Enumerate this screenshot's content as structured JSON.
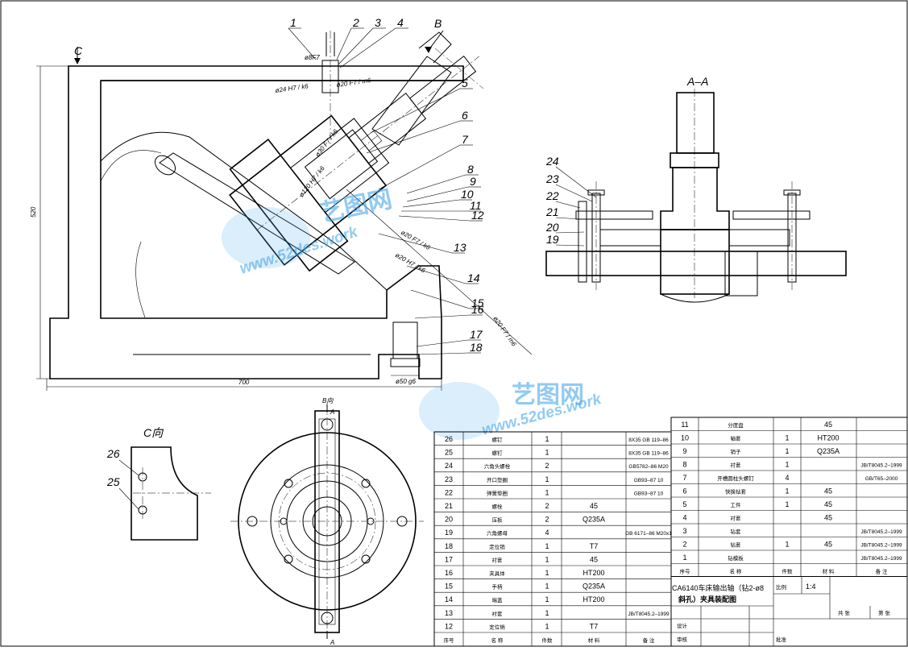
{
  "view_labels": {
    "c_arrow": "C",
    "b_arrow": "B",
    "section_aa": "A–A",
    "view_c": "C向",
    "b_view": "B向",
    "a_top": "A",
    "a_bottom": "A"
  },
  "dimensions": {
    "d1": "ø8F7",
    "d2": "ø20 F7 / m6",
    "d3": "ø24 H7 / k6",
    "d4": "ø30 F7 / k6",
    "d5": "ø120 H7 / k6",
    "d6": "ø20 F7 / k6",
    "d7": "ø20 H7 / k6",
    "d8": "ø20 F7 / m6",
    "d9": "ø50 g6",
    "width": "700",
    "height": "520"
  },
  "main_balloons": [
    "1",
    "2",
    "3",
    "4",
    "5",
    "6",
    "7",
    "8",
    "9",
    "10",
    "11",
    "12",
    "13",
    "14",
    "15",
    "16",
    "17",
    "18"
  ],
  "section_balloons": [
    "24",
    "23",
    "22",
    "21",
    "20",
    "19"
  ],
  "viewc_balloons": [
    "26",
    "25"
  ],
  "watermark": {
    "brand": "艺图网",
    "site": "www.52des.work"
  },
  "table_left": [
    {
      "no": "26",
      "name": "螺钉",
      "qty": "1",
      "mat": "",
      "std": "8X35 GB 119–86"
    },
    {
      "no": "25",
      "name": "螺钉",
      "qty": "1",
      "mat": "",
      "std": "8X35 GB 119–86"
    },
    {
      "no": "24",
      "name": "六角头螺栓",
      "qty": "2",
      "mat": "",
      "std": "GB5782–86 M20"
    },
    {
      "no": "23",
      "name": "开口垫圈",
      "qty": "1",
      "mat": "",
      "std": "GB93–87 10"
    },
    {
      "no": "22",
      "name": "弹簧垫圈",
      "qty": "1",
      "mat": "",
      "std": "GB93–87 10"
    },
    {
      "no": "21",
      "name": "螺栓",
      "qty": "2",
      "mat": "45",
      "std": ""
    },
    {
      "no": "20",
      "name": "压板",
      "qty": "2",
      "mat": "Q235A",
      "std": ""
    },
    {
      "no": "19",
      "name": "六角螺母",
      "qty": "4",
      "mat": "",
      "std": "GB 6171–86 M20x1"
    },
    {
      "no": "18",
      "name": "定位销",
      "qty": "1",
      "mat": "T7",
      "std": ""
    },
    {
      "no": "17",
      "name": "衬套",
      "qty": "1",
      "mat": "45",
      "std": ""
    },
    {
      "no": "16",
      "name": "夹具体",
      "qty": "1",
      "mat": "HT200",
      "std": ""
    },
    {
      "no": "15",
      "name": "手柄",
      "qty": "1",
      "mat": "Q235A",
      "std": ""
    },
    {
      "no": "14",
      "name": "端盖",
      "qty": "1",
      "mat": "HT200",
      "std": ""
    },
    {
      "no": "13",
      "name": "衬套",
      "qty": "1",
      "mat": "",
      "std": "JB/T8045.2–1999"
    },
    {
      "no": "12",
      "name": "定位销",
      "qty": "1",
      "mat": "T7",
      "std": ""
    }
  ],
  "table_left_header": {
    "no": "序号",
    "name": "名 称",
    "qty": "件数",
    "mat": "材 料",
    "std": "备 注"
  },
  "table_right": [
    {
      "no": "11",
      "name": "分度盘",
      "qty": "",
      "mat": "45",
      "std": ""
    },
    {
      "no": "10",
      "name": "轴套",
      "qty": "1",
      "mat": "HT200",
      "std": ""
    },
    {
      "no": "9",
      "name": "销子",
      "qty": "1",
      "mat": "Q235A",
      "std": ""
    },
    {
      "no": "8",
      "name": "衬套",
      "qty": "1",
      "mat": "",
      "std": "JB/T8045.2–1999"
    },
    {
      "no": "7",
      "name": "开槽圆柱头螺钉",
      "qty": "4",
      "mat": "",
      "std": "GB/T65–2000"
    },
    {
      "no": "6",
      "name": "快换钻套",
      "qty": "1",
      "mat": "45",
      "std": ""
    },
    {
      "no": "5",
      "name": "工件",
      "qty": "1",
      "mat": "45",
      "std": ""
    },
    {
      "no": "4",
      "name": "衬套",
      "qty": "",
      "mat": "45",
      "std": ""
    },
    {
      "no": "3",
      "name": "钻套",
      "qty": "",
      "mat": "",
      "std": "JB/T8045.2–1999"
    },
    {
      "no": "2",
      "name": "钻套",
      "qty": "1",
      "mat": "45",
      "std": "JB/T8045.2–1999"
    },
    {
      "no": "1",
      "name": "钻模板",
      "qty": "",
      "mat": "",
      "std": "JB/T8045.2–1999"
    }
  ],
  "table_right_header": {
    "no": "序号",
    "name": "名 称",
    "qty": "件数",
    "mat": "材 料",
    "std": "备 注"
  },
  "title_block": {
    "title_line1": "CA6140车床输出轴（钻2-ø8",
    "title_line2": "斜孔）夹具装配图",
    "ratio_label": "比例",
    "ratio": "1:4",
    "design": "设计",
    "check": "审核",
    "approve": "批准",
    "sheet": "共 张",
    "sheet2": "第 张"
  }
}
